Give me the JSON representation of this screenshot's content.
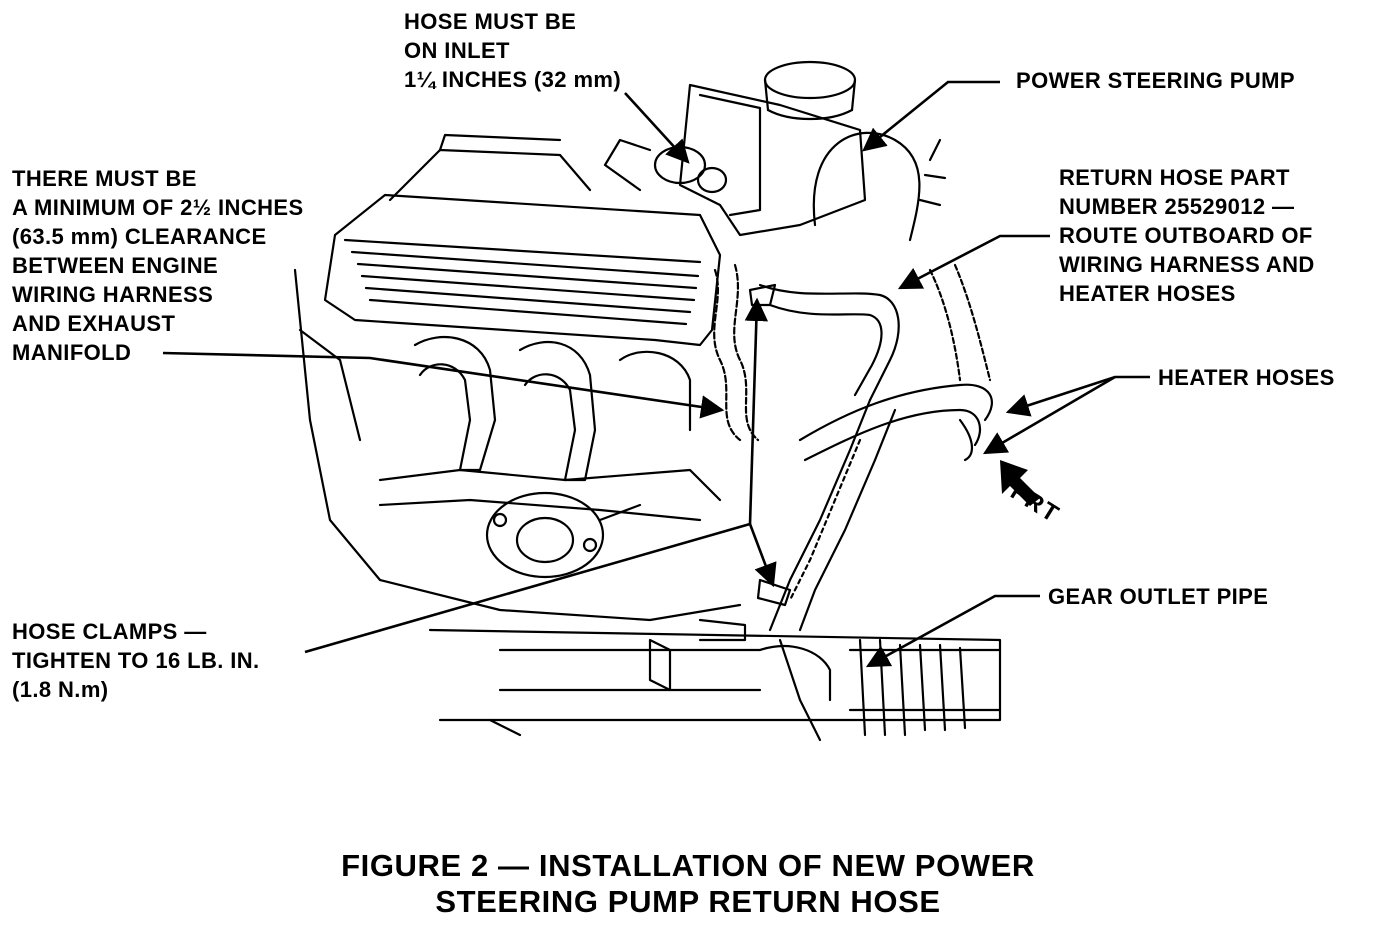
{
  "labels": {
    "hose_inlet": [
      "HOSE MUST BE",
      "ON INLET",
      "1¼ INCHES (32 mm)"
    ],
    "power_pump": [
      "POWER STEERING PUMP"
    ],
    "clearance": [
      "THERE MUST BE",
      "A MINIMUM OF 2½ INCHES",
      "(63.5 mm) CLEARANCE",
      "BETWEEN ENGINE",
      "WIRING HARNESS",
      "AND EXHAUST",
      "MANIFOLD"
    ],
    "return_hose": [
      "RETURN HOSE PART",
      "NUMBER 25529012 —",
      "ROUTE OUTBOARD OF",
      "WIRING HARNESS AND",
      "HEATER HOSES"
    ],
    "heater_hoses": [
      "HEATER HOSES"
    ],
    "frt": "FRT",
    "hose_clamps": [
      "HOSE CLAMPS —",
      "TIGHTEN TO 16 LB. IN.",
      "(1.8 N.m)"
    ],
    "gear_outlet": [
      "GEAR OUTLET PIPE"
    ]
  },
  "caption": [
    "FIGURE 2 — INSTALLATION OF NEW POWER",
    "STEERING PUMP RETURN HOSE"
  ]
}
